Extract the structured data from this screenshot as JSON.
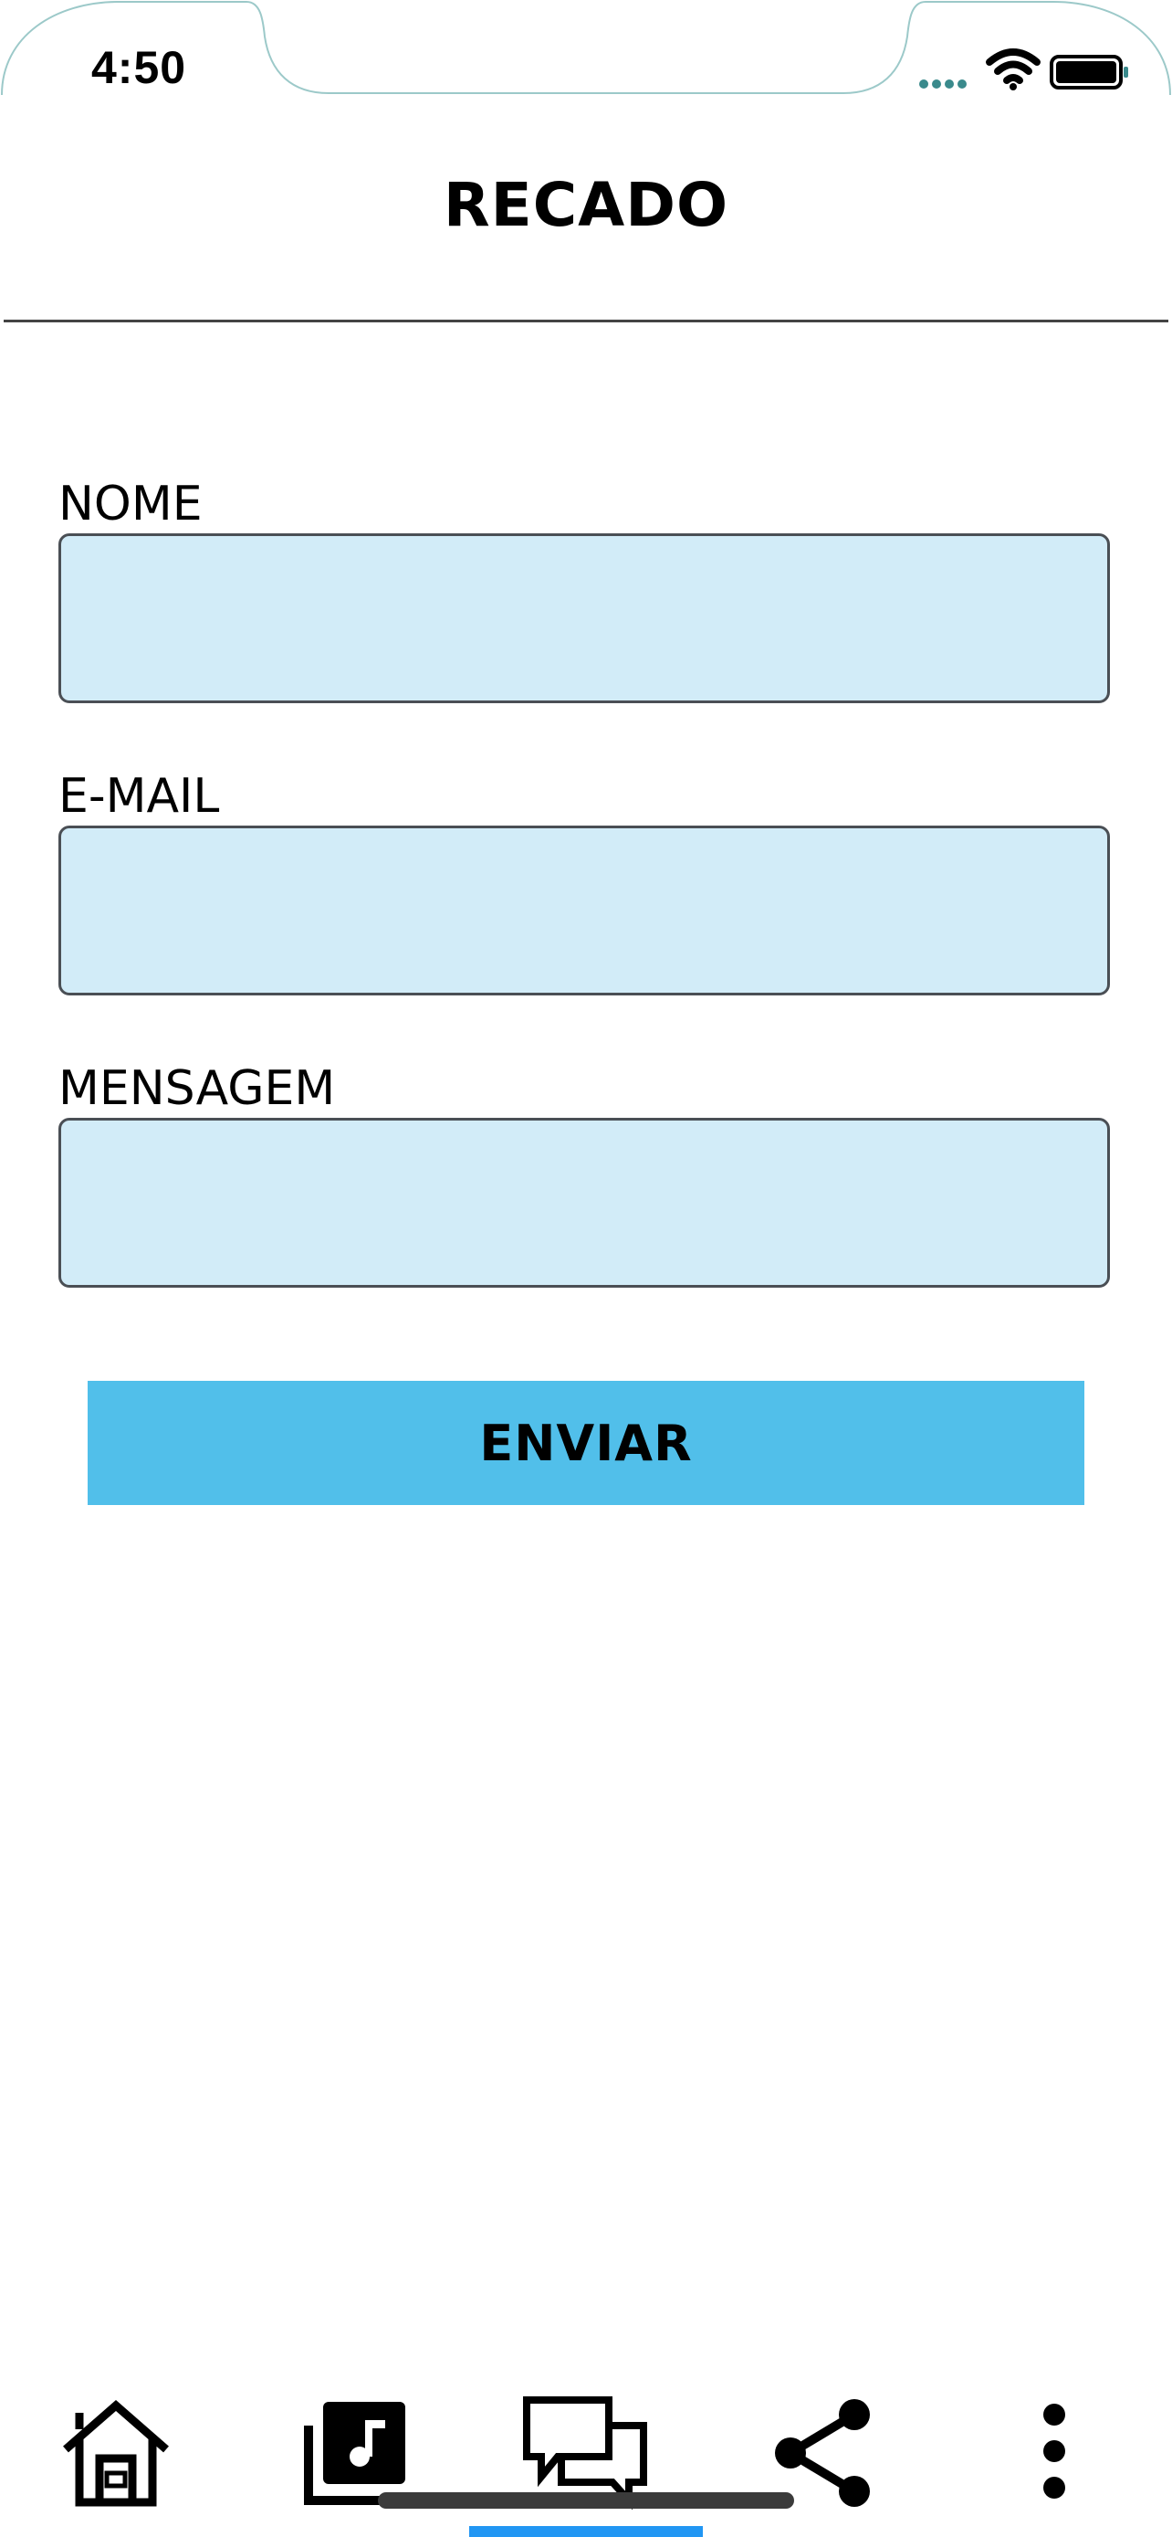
{
  "status_bar": {
    "time": "4:50",
    "icons": [
      "cellular-signal-icon",
      "wifi-icon",
      "battery-icon"
    ]
  },
  "header": {
    "title": "RECADO"
  },
  "form": {
    "fields": [
      {
        "label": "NOME",
        "value": "",
        "placeholder": ""
      },
      {
        "label": "E-MAIL",
        "value": "",
        "placeholder": ""
      },
      {
        "label": "MENSAGEM",
        "value": "",
        "placeholder": ""
      }
    ],
    "submit_label": "ENVIAR"
  },
  "bottom_nav": {
    "items": [
      {
        "icon": "home-icon"
      },
      {
        "icon": "music-library-icon"
      },
      {
        "icon": "chat-icon"
      },
      {
        "icon": "share-icon"
      },
      {
        "icon": "more-vertical-icon"
      }
    ],
    "active_index": 2
  },
  "colors": {
    "input_background": "#d2ecf8",
    "input_border": "#4a4f55",
    "button_background": "#51bfea",
    "active_tab": "#2196f3",
    "status_accent": "#3a8a8c"
  }
}
